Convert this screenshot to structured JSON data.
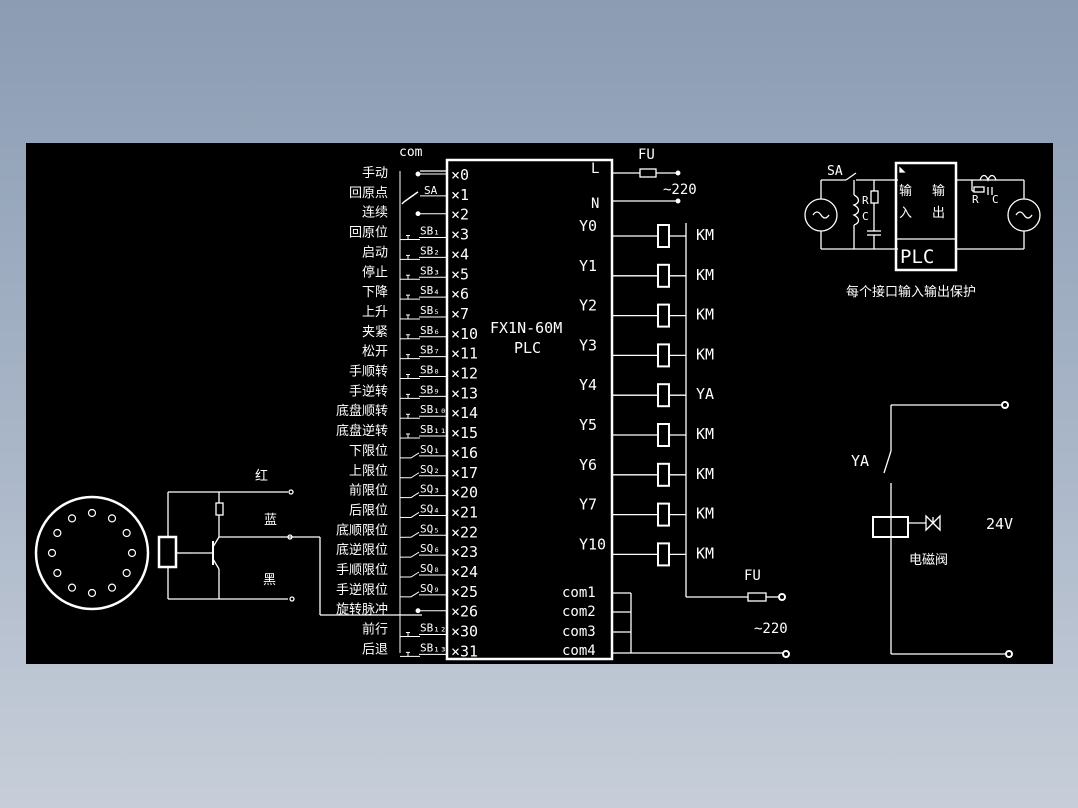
{
  "diagram": {
    "plc_model": "FX1N-60M",
    "plc_label": "PLC",
    "com_top": "com",
    "fuse_label": "FU",
    "supply_label": "~220",
    "neutral_label": "N",
    "line_label": "L",
    "inputs": [
      {
        "label": "手动",
        "sw": "",
        "x": "×0"
      },
      {
        "label": "回原点",
        "sw": "SA",
        "x": "×1"
      },
      {
        "label": "连续",
        "sw": "",
        "x": "×2"
      },
      {
        "label": "回原位",
        "sw": "SB₁",
        "x": "×3"
      },
      {
        "label": "启动",
        "sw": "SB₂",
        "x": "×4"
      },
      {
        "label": "停止",
        "sw": "SB₃",
        "x": "×5"
      },
      {
        "label": "下降",
        "sw": "SB₄",
        "x": "×6"
      },
      {
        "label": "上升",
        "sw": "SB₅",
        "x": "×7"
      },
      {
        "label": "夹紧",
        "sw": "SB₆",
        "x": "×10"
      },
      {
        "label": "松开",
        "sw": "SB₇",
        "x": "×11"
      },
      {
        "label": "手顺转",
        "sw": "SB₈",
        "x": "×12"
      },
      {
        "label": "手逆转",
        "sw": "SB₉",
        "x": "×13"
      },
      {
        "label": "底盘顺转",
        "sw": "SB₁₀",
        "x": "×14"
      },
      {
        "label": "底盘逆转",
        "sw": "SB₁₁",
        "x": "×15"
      },
      {
        "label": "下限位",
        "sw": "SQ₁",
        "x": "×16"
      },
      {
        "label": "上限位",
        "sw": "SQ₂",
        "x": "×17"
      },
      {
        "label": "前限位",
        "sw": "SQ₃",
        "x": "×20"
      },
      {
        "label": "后限位",
        "sw": "SQ₄",
        "x": "×21"
      },
      {
        "label": "底顺限位",
        "sw": "SQ₅",
        "x": "×22"
      },
      {
        "label": "底逆限位",
        "sw": "SQ₆",
        "x": "×23"
      },
      {
        "label": "手顺限位",
        "sw": "SQ₈",
        "x": "×24"
      },
      {
        "label": "手逆限位",
        "sw": "SQ₉",
        "x": "×25"
      },
      {
        "label": "旋转脉冲",
        "sw": "",
        "x": "×26"
      },
      {
        "label": "前行",
        "sw": "SB₁₂",
        "x": "×30"
      },
      {
        "label": "后退",
        "sw": "SB₁₃",
        "x": "×31"
      }
    ],
    "outputs": [
      {
        "y": "Y0",
        "load": "KM"
      },
      {
        "y": "Y1",
        "load": "KM"
      },
      {
        "y": "Y2",
        "load": "KM"
      },
      {
        "y": "Y3",
        "load": "KM"
      },
      {
        "y": "Y4",
        "load": "YA"
      },
      {
        "y": "Y5",
        "load": "KM"
      },
      {
        "y": "Y6",
        "load": "KM"
      },
      {
        "y": "Y7",
        "load": "KM"
      },
      {
        "y": "Y10",
        "load": "KM"
      }
    ],
    "coms": [
      "com1",
      "com2",
      "com3",
      "com4"
    ],
    "sensor_wires": [
      "红",
      "蓝",
      "黑"
    ],
    "protect": {
      "sa": "SA",
      "r": "R",
      "c": "C",
      "in_top": "输",
      "in_bot": "入",
      "out_top": "输",
      "out_bot": "出",
      "plc": "PLC",
      "caption": "每个接口输入输出保护"
    },
    "valve": {
      "ya": "YA",
      "voltage": "24V",
      "caption": "电磁阀"
    }
  }
}
